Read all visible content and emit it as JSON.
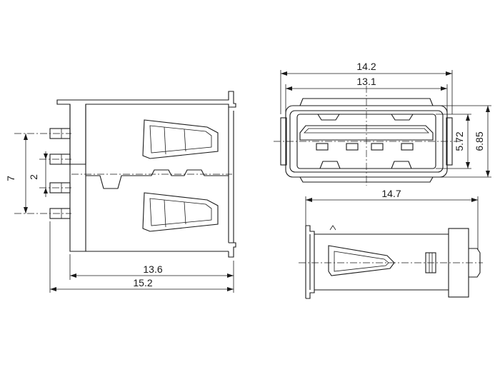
{
  "dimensions": {
    "top_width": "14.2",
    "top_opening": "13.1",
    "front_height_inner": "5.72",
    "front_height_outer": "6.85",
    "side_length": "14.7",
    "bottom_length_inner": "13.6",
    "bottom_length_outer": "15.2",
    "pin_span": "7",
    "pin_pitch": "2"
  }
}
